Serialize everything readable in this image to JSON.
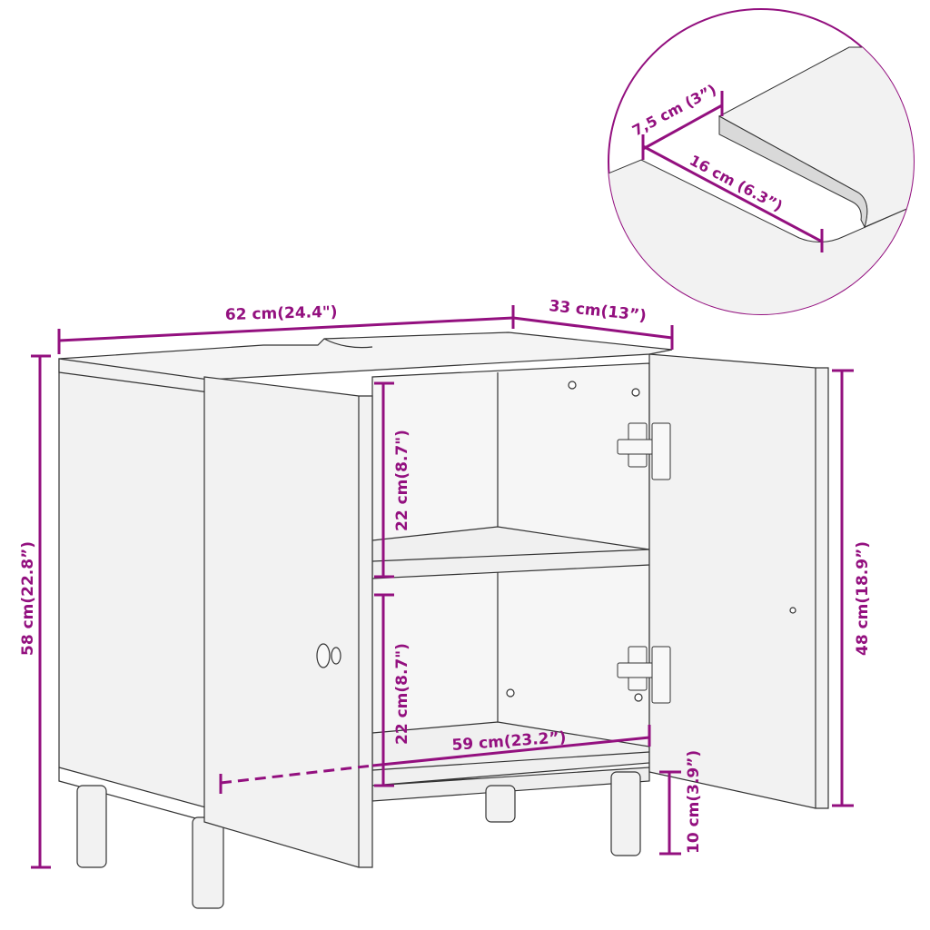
{
  "diagram": {
    "subject": "Sink base cabinet with two open doors and shelf",
    "accent_color": "#93107F",
    "panel_color": "#F2F2F2",
    "line_color": "#333333"
  },
  "dimensions": {
    "width_total": "62 cm(24.4\")",
    "depth_total": "33 cm(13”)",
    "height_total": "58 cm(22.8”)",
    "upper_compartment_height": "22 cm(8.7\")",
    "lower_compartment_height": "22 cm(8.7\")",
    "inner_width": "59 cm(23.2”)",
    "door_height": "48 cm(18.9”)",
    "leg_height": "10 cm(3.9”)"
  },
  "detail_inset": {
    "cutout_depth": "7,5 cm (3”)",
    "cutout_length": "16 cm (6.3”)"
  }
}
